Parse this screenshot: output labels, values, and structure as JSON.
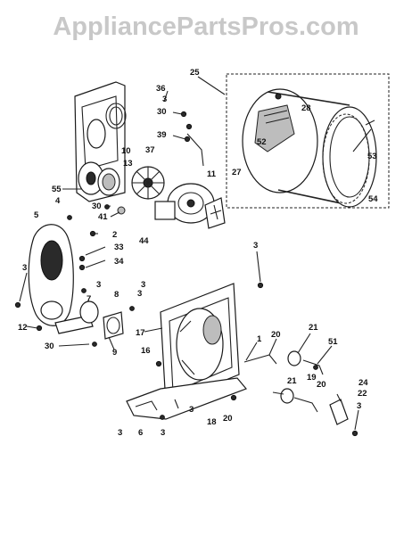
{
  "watermark": "AppliancePartsPros.com",
  "callouts": [
    {
      "id": "c25",
      "text": "25"
    },
    {
      "id": "c36",
      "text": "36"
    },
    {
      "id": "c3a",
      "text": "3"
    },
    {
      "id": "c30a",
      "text": "30"
    },
    {
      "id": "c28",
      "text": "28"
    },
    {
      "id": "c39",
      "text": "39"
    },
    {
      "id": "c52",
      "text": "52"
    },
    {
      "id": "c10",
      "text": "10"
    },
    {
      "id": "c37",
      "text": "37"
    },
    {
      "id": "c13",
      "text": "13"
    },
    {
      "id": "c27",
      "text": "27"
    },
    {
      "id": "c53",
      "text": "53"
    },
    {
      "id": "c11",
      "text": "11"
    },
    {
      "id": "c55",
      "text": "55"
    },
    {
      "id": "c54",
      "text": "54"
    },
    {
      "id": "c4",
      "text": "4"
    },
    {
      "id": "c30b",
      "text": "30"
    },
    {
      "id": "c5",
      "text": "5"
    },
    {
      "id": "c41",
      "text": "41"
    },
    {
      "id": "c44",
      "text": "44"
    },
    {
      "id": "c2",
      "text": "2"
    },
    {
      "id": "c33",
      "text": "33"
    },
    {
      "id": "c3b",
      "text": "3"
    },
    {
      "id": "c34",
      "text": "34"
    },
    {
      "id": "c3c",
      "text": "3"
    },
    {
      "id": "c3d",
      "text": "3"
    },
    {
      "id": "c3e",
      "text": "3"
    },
    {
      "id": "c7",
      "text": "7"
    },
    {
      "id": "c3f",
      "text": "3"
    },
    {
      "id": "c8",
      "text": "8"
    },
    {
      "id": "c12",
      "text": "12"
    },
    {
      "id": "c17",
      "text": "17"
    },
    {
      "id": "c20a",
      "text": "20"
    },
    {
      "id": "c21a",
      "text": "21"
    },
    {
      "id": "c1",
      "text": "1"
    },
    {
      "id": "c51",
      "text": "51"
    },
    {
      "id": "c30c",
      "text": "30"
    },
    {
      "id": "c9",
      "text": "9"
    },
    {
      "id": "c16",
      "text": "16"
    },
    {
      "id": "c21b",
      "text": "21"
    },
    {
      "id": "c19",
      "text": "19"
    },
    {
      "id": "c20b",
      "text": "20"
    },
    {
      "id": "c24",
      "text": "24"
    },
    {
      "id": "c22",
      "text": "22"
    },
    {
      "id": "c3g",
      "text": "3"
    },
    {
      "id": "c3h",
      "text": "3"
    },
    {
      "id": "c18",
      "text": "18"
    },
    {
      "id": "c20c",
      "text": "20"
    },
    {
      "id": "c3i",
      "text": "3"
    },
    {
      "id": "c6",
      "text": "6"
    },
    {
      "id": "c3j",
      "text": "3"
    }
  ]
}
